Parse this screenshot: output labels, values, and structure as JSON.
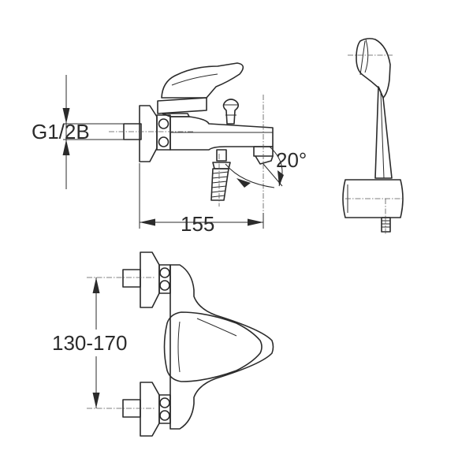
{
  "dimensions": {
    "thread": "G1/2B",
    "width": "155",
    "angle": "20°",
    "centers": "130-170"
  }
}
